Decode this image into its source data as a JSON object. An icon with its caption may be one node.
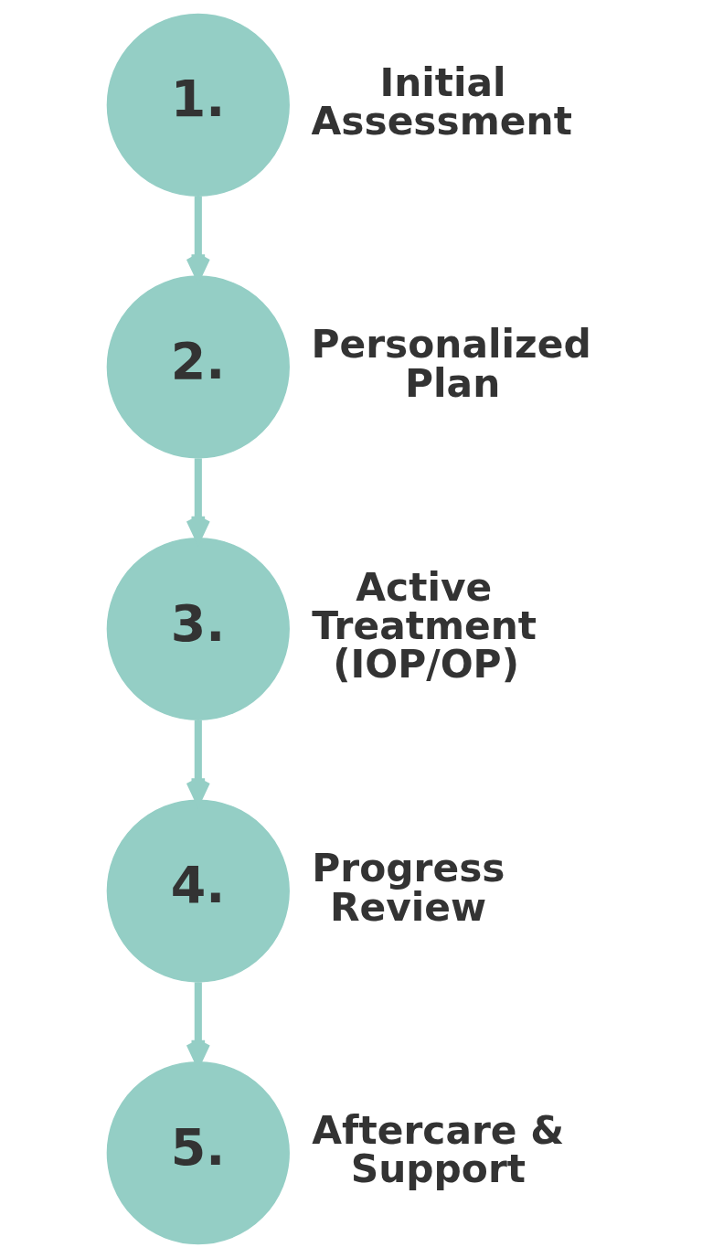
{
  "diagram": {
    "nodes": [
      {
        "text": [
          "1."
        ],
        "beside": [
          "Initial Assessment"
        ]
      },
      {
        "text": [
          "2."
        ],
        "beside": [
          "Personalized Plan"
        ]
      },
      {
        "text": [
          "3."
        ],
        "beside": [
          "Active Treatment (IOP/OP)"
        ]
      },
      {
        "text": [
          "4."
        ],
        "beside": [
          "Progress Review"
        ]
      },
      {
        "text": [
          "5."
        ],
        "beside": [
          "Aftercare & Support"
        ]
      }
    ],
    "edges": [
      {
        "from": 0,
        "to": 1,
        "arrow": "to"
      },
      {
        "from": 1,
        "to": 2,
        "arrow": "to"
      },
      {
        "from": 2,
        "to": 3,
        "arrow": "to"
      },
      {
        "from": 3,
        "to": 4,
        "arrow": "to"
      }
    ]
  }
}
